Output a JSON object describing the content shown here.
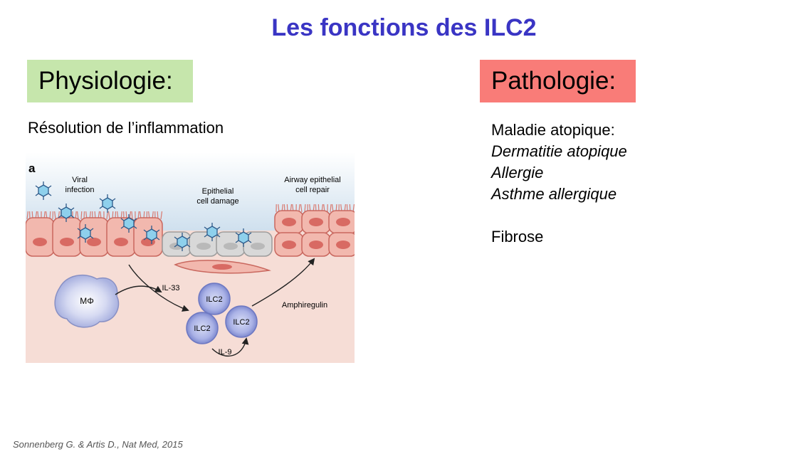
{
  "slide": {
    "title": "Les fonctions des ILC2",
    "physiology_heading": "Physiologie:",
    "pathology_heading": "Pathologie:",
    "physiology_item": "Résolution de l’inflammation",
    "pathology": {
      "intro": "Maladie atopique:",
      "items": [
        "Dermatitie atopique",
        "Allergie",
        "Asthme allergique"
      ],
      "last": "Fibrose"
    },
    "citation": "Sonnenberg G. & Artis D., Nat Med, 2015"
  },
  "figure": {
    "panel": "a",
    "viral_1": "Viral",
    "viral_2": "infection",
    "damage_1": "Epithelial",
    "damage_2": "cell damage",
    "repair_1": "Airway epithelial",
    "repair_2": "cell repair",
    "macrophage": "MΦ",
    "il33": "IL-33",
    "ilc2": "ILC2",
    "amphiregulin": "Amphiregulin",
    "il9": "IL-9",
    "colors": {
      "airway": "#d4e4ef",
      "tissue": "#f6ddd6",
      "cell_fill": "#f2b8ae",
      "cell_stroke": "#c9675e",
      "nucleus": "#d86a63",
      "damaged_cell": "#d8d8d8",
      "ilc2": "#8e98da"
    }
  }
}
